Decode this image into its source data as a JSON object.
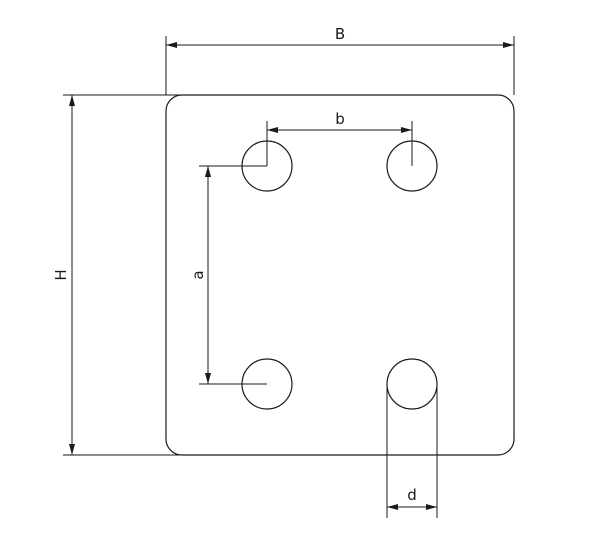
{
  "labels": {
    "width": "B",
    "height": "H",
    "hole_spacing_horizontal": "b",
    "hole_spacing_vertical": "a",
    "hole_diameter": "d"
  }
}
